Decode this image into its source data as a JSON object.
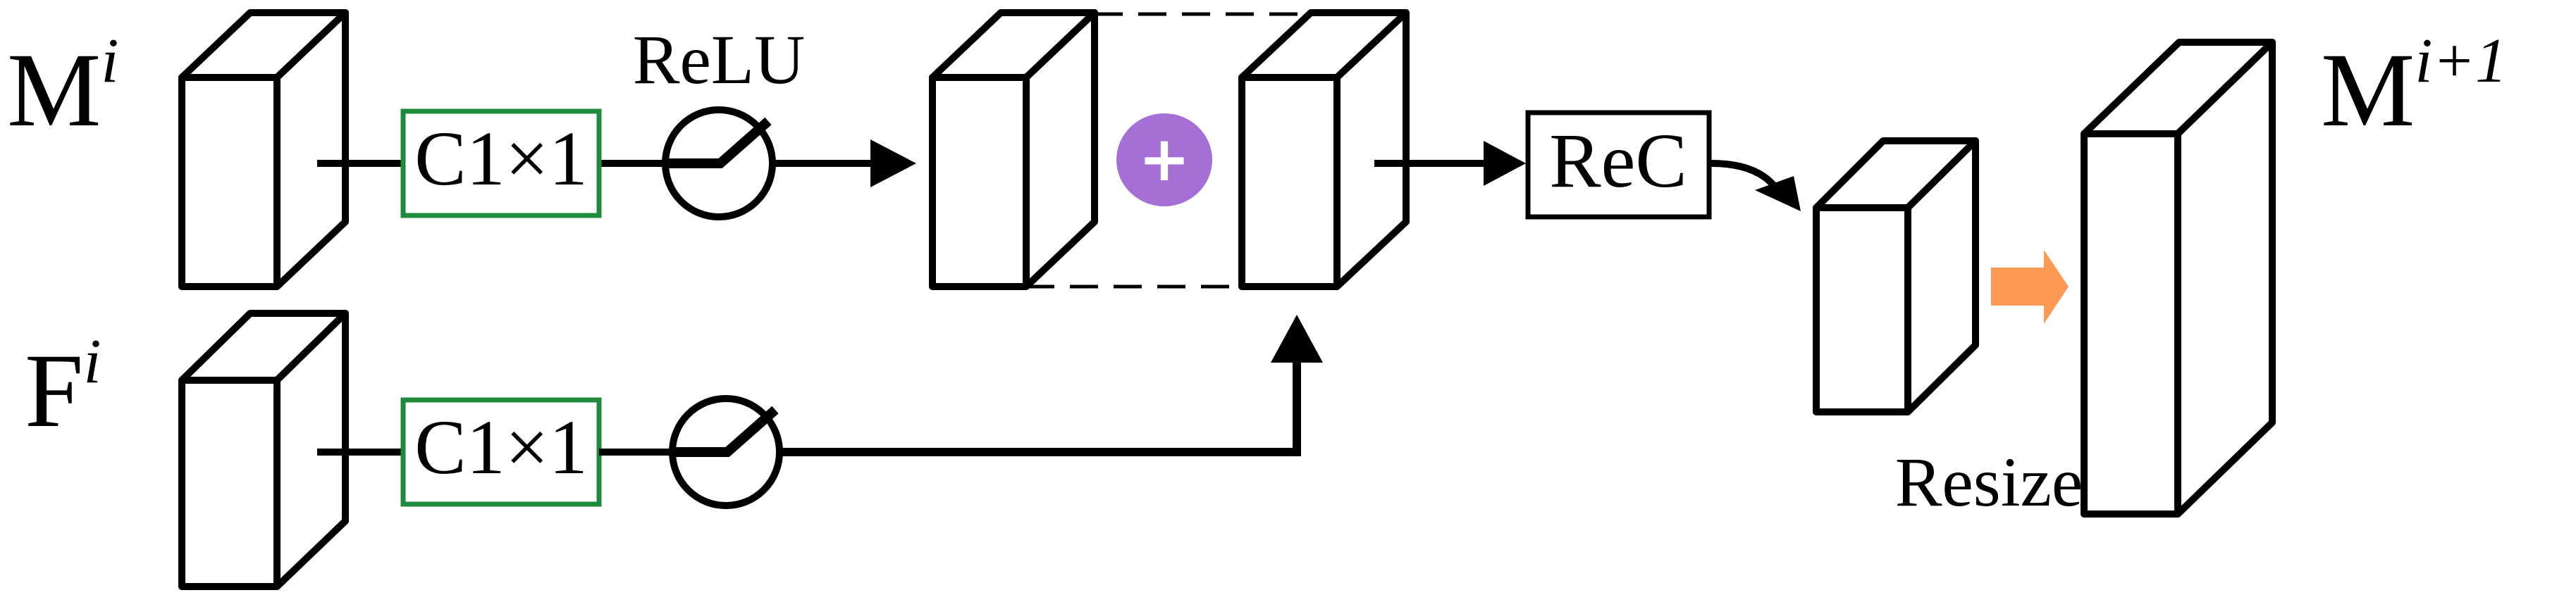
{
  "labels": {
    "m_i_base": "M",
    "m_i_sup": "i",
    "f_i_base": "F",
    "f_i_sup": "i",
    "m_next_base": "M",
    "m_next_sup": "i+1",
    "relu": "ReLU",
    "conv_top": "C1×1",
    "conv_bottom": "C1×1",
    "rec": "ReC",
    "resize": "Resize",
    "plus": "+"
  },
  "colors": {
    "stroke": "#000000",
    "conv_border": "#1e8a3c",
    "add_circle": "#a66fd6",
    "resize_arrow": "#ff9a55",
    "background": "#ffffff"
  },
  "icons": {
    "activation": "relu-icon",
    "add": "plus-icon",
    "resize": "right-arrow-icon"
  }
}
